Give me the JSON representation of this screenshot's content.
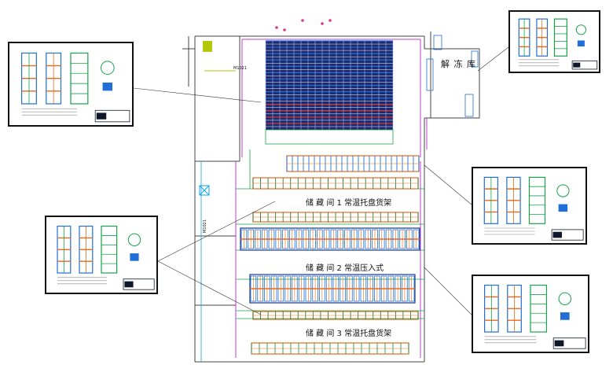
{
  "plan": {
    "rooms": [
      {
        "id": "thaw",
        "label": "解 冻 库"
      },
      {
        "id": "storage1",
        "label": "储 藏 间 1  常温托盘货架"
      },
      {
        "id": "storage2",
        "label": "储 藏 间 2  常温压入式"
      },
      {
        "id": "storage3",
        "label": "储 藏 间 3  常温托盘货架"
      }
    ],
    "door_labels": [
      "M1021",
      "M1021"
    ]
  },
  "colors": {
    "upright": "#1f6fd6",
    "beam": "#e86a1a",
    "wall": "#c23bd4",
    "green": "#16a34a",
    "cyan": "#0ea5e9",
    "dark": "#0f172a"
  },
  "insets": [
    {
      "id": "inset-top-left"
    },
    {
      "id": "inset-top-right"
    },
    {
      "id": "inset-mid-right"
    },
    {
      "id": "inset-left"
    },
    {
      "id": "inset-bottom-right"
    }
  ]
}
